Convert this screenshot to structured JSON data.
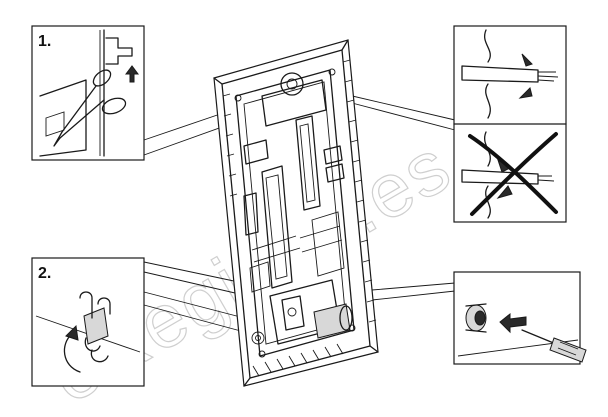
{
  "steps": {
    "step1_label": "1.",
    "step2_label": "2."
  },
  "watermark": {
    "text": "eRegister.es"
  },
  "icons": {
    "scissors": "scissors-icon",
    "screwdriver": "screwdriver-icon",
    "cable": "cable-icon",
    "cross_mark": "cross-mark-icon",
    "rotate_arrow": "rotate-arrow-icon"
  },
  "colors": {
    "line": "#1a1a1a",
    "panel_fill": "#ffffff",
    "shade": "#d8d8d8",
    "watermark": "#cfcfcf"
  }
}
